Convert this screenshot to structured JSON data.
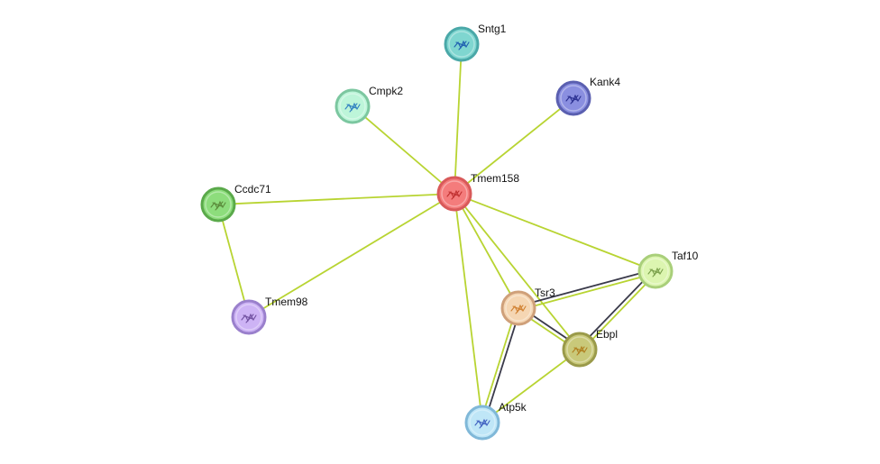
{
  "network": {
    "nodes": [
      {
        "id": "Tmem158",
        "label": "Tmem158",
        "fill": "#f47c7c",
        "stroke": "#d85a5a",
        "glyph": "#c03030",
        "query": true
      },
      {
        "id": "Sntg1",
        "label": "Sntg1",
        "fill": "#7fd6d0",
        "stroke": "#4aa8a8",
        "glyph": "#1f5fb0"
      },
      {
        "id": "Kank4",
        "label": "Kank4",
        "fill": "#8a8fe0",
        "stroke": "#5a5fb0",
        "glyph": "#2a2f90"
      },
      {
        "id": "Cmpk2",
        "label": "Cmpk2",
        "fill": "#bdf5d9",
        "stroke": "#7cc7a0",
        "glyph": "#3080c0"
      },
      {
        "id": "Ccdc71",
        "label": "Ccdc71",
        "fill": "#8ddd7c",
        "stroke": "#5aa94a",
        "glyph": "#5a8a3a"
      },
      {
        "id": "Tmem98",
        "label": "Tmem98",
        "fill": "#cdb3f5",
        "stroke": "#9a80cc",
        "glyph": "#7050a0"
      },
      {
        "id": "Taf10",
        "label": "Taf10",
        "fill": "#dcf5b0",
        "stroke": "#a9cf7a",
        "glyph": "#7aa04a"
      },
      {
        "id": "Tsr3",
        "label": "Tsr3",
        "fill": "#f5d6b3",
        "stroke": "#cfa07a",
        "glyph": "#d08030"
      },
      {
        "id": "Ebpl",
        "label": "Ebpl",
        "fill": "#c9c97a",
        "stroke": "#9a9a4a",
        "glyph": "#b08020"
      },
      {
        "id": "Atp5k",
        "label": "Atp5k",
        "fill": "#bfe6f7",
        "stroke": "#80b8d8",
        "glyph": "#4060c0"
      }
    ],
    "edges": [
      {
        "from": "Tmem158",
        "to": "Sntg1",
        "type": "text-mining"
      },
      {
        "from": "Tmem158",
        "to": "Kank4",
        "type": "text-mining"
      },
      {
        "from": "Tmem158",
        "to": "Cmpk2",
        "type": "text-mining"
      },
      {
        "from": "Tmem158",
        "to": "Ccdc71",
        "type": "text-mining"
      },
      {
        "from": "Tmem158",
        "to": "Tmem98",
        "type": "text-mining"
      },
      {
        "from": "Tmem158",
        "to": "Taf10",
        "type": "text-mining"
      },
      {
        "from": "Tmem158",
        "to": "Tsr3",
        "type": "text-mining"
      },
      {
        "from": "Tmem158",
        "to": "Ebpl",
        "type": "text-mining"
      },
      {
        "from": "Tmem158",
        "to": "Atp5k",
        "type": "text-mining"
      },
      {
        "from": "Ccdc71",
        "to": "Tmem98",
        "type": "text-mining"
      },
      {
        "from": "Tsr3",
        "to": "Taf10",
        "type": "co-expression"
      },
      {
        "from": "Tsr3",
        "to": "Ebpl",
        "type": "co-expression"
      },
      {
        "from": "Tsr3",
        "to": "Atp5k",
        "type": "co-expression"
      },
      {
        "from": "Ebpl",
        "to": "Taf10",
        "type": "co-expression"
      },
      {
        "from": "Ebpl",
        "to": "Atp5k",
        "type": "text-mining"
      }
    ],
    "edge_colors": {
      "text-mining": "#b8d432",
      "co-expression": "#3a3a4a"
    }
  }
}
